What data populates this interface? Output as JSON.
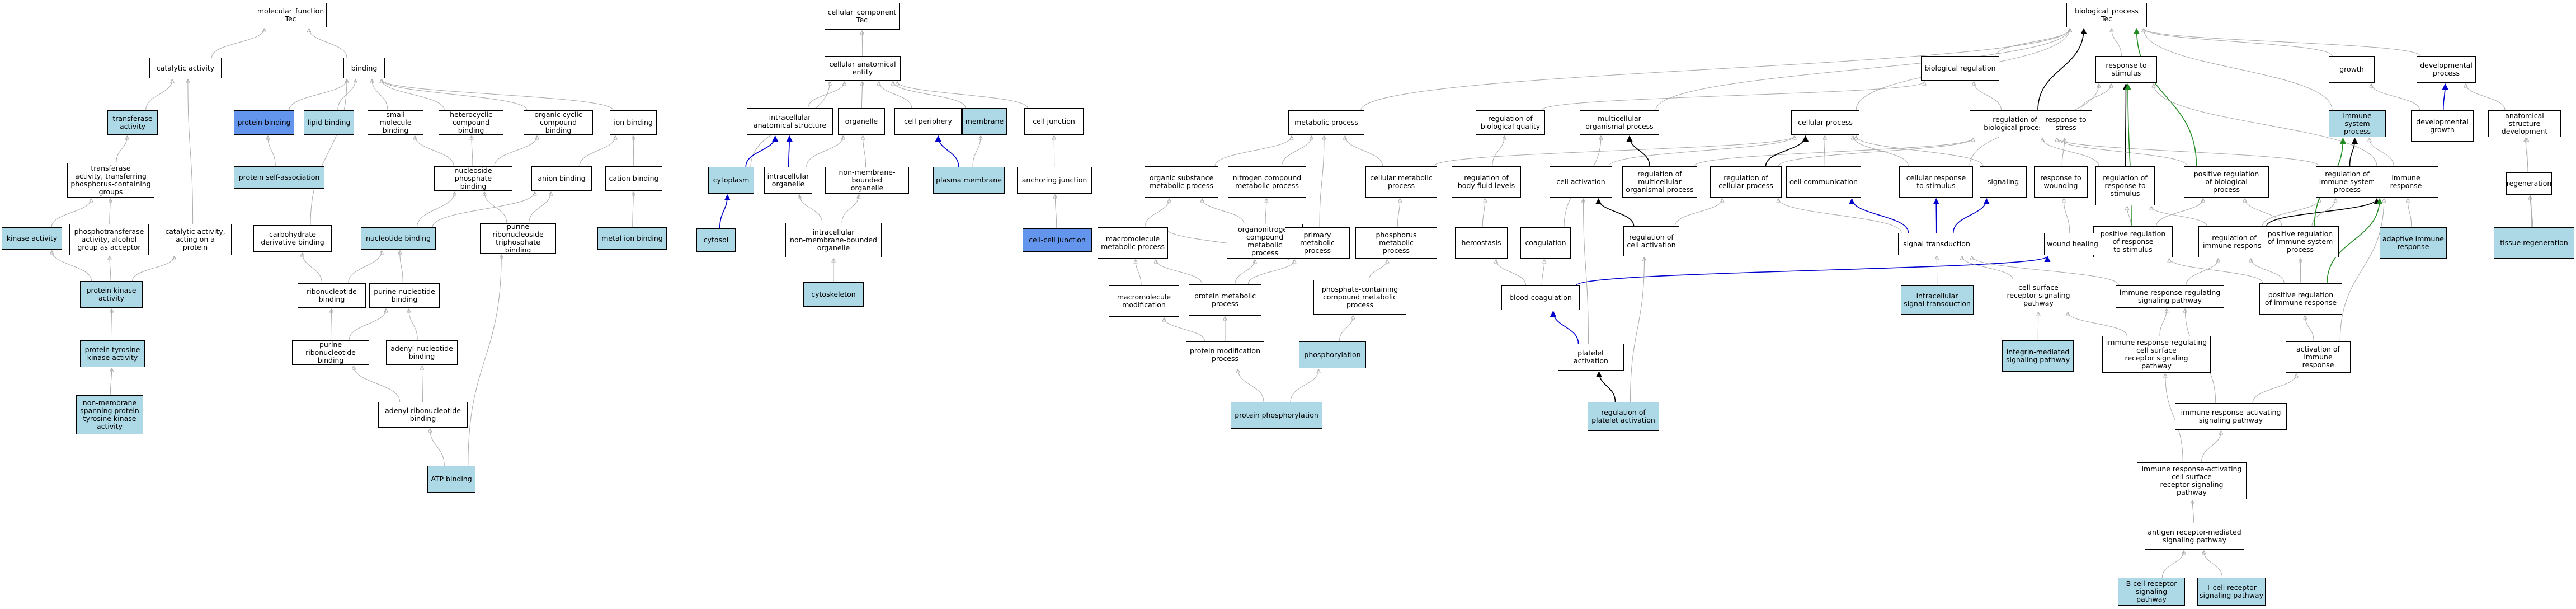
{
  "colors": {
    "default": "#ffffff",
    "highlight": "#add8e6",
    "strong": "#6495ed",
    "edge_isa": "#aaaaaa",
    "edge_part": "#0000cd",
    "edge_reg": "#000000",
    "edge_posreg": "#228b22"
  },
  "nodes": [
    {
      "id": "mf",
      "label": "molecular_function\nTec"
    },
    {
      "id": "cat",
      "label": "catalytic activity"
    },
    {
      "id": "binding",
      "label": "binding"
    },
    {
      "id": "transferase",
      "label": "transferase\nactivity",
      "style": "hl"
    },
    {
      "id": "protbind",
      "label": "protein binding",
      "style": "hl2"
    },
    {
      "id": "lipid",
      "label": "lipid binding",
      "style": "hl"
    },
    {
      "id": "smallmol",
      "label": "small molecule\nbinding"
    },
    {
      "id": "heterocyc",
      "label": "heterocyclic\ncompound binding"
    },
    {
      "id": "organiccyc",
      "label": "organic cyclic\ncompound binding"
    },
    {
      "id": "ionbind",
      "label": "ion binding"
    },
    {
      "id": "selfassoc",
      "label": "protein self-association",
      "style": "hl"
    },
    {
      "id": "transfphos",
      "label": "transferase\nactivity, transferring\nphosphorus-containing\ngroups"
    },
    {
      "id": "nucphos",
      "label": "nucleoside phosphate\nbinding"
    },
    {
      "id": "anion",
      "label": "anion binding"
    },
    {
      "id": "cation",
      "label": "cation binding"
    },
    {
      "id": "kinase",
      "label": "kinase activity",
      "style": "hl"
    },
    {
      "id": "phostransf",
      "label": "phosphotransferase\nactivity, alcohol\ngroup as acceptor"
    },
    {
      "id": "catprot",
      "label": "catalytic activity,\nacting on a\nprotein"
    },
    {
      "id": "carbo",
      "label": "carbohydrate\nderivative binding"
    },
    {
      "id": "nucleotide",
      "label": "nucleotide binding",
      "style": "hl"
    },
    {
      "id": "purinenuctri",
      "label": "purine ribonucleoside\ntriphosphate\nbinding"
    },
    {
      "id": "metal",
      "label": "metal ion binding",
      "style": "hl"
    },
    {
      "id": "protkin",
      "label": "protein kinase\nactivity",
      "style": "hl"
    },
    {
      "id": "ribonuc",
      "label": "ribonucleotide\nbinding"
    },
    {
      "id": "purinenuc",
      "label": "purine nucleotide\nbinding"
    },
    {
      "id": "ptk",
      "label": "protein tyrosine\nkinase activity",
      "style": "hl"
    },
    {
      "id": "purineribo",
      "label": "purine ribonucleotide\nbinding"
    },
    {
      "id": "adenylnuc",
      "label": "adenyl nucleotide\nbinding"
    },
    {
      "id": "nonmem",
      "label": "non-membrane\nspanning protein\ntyrosine kinase\nactivity",
      "style": "hl"
    },
    {
      "id": "adenylribo",
      "label": "adenyl ribonucleotide\nbinding"
    },
    {
      "id": "atp",
      "label": "ATP binding",
      "style": "hl"
    },
    {
      "id": "cc",
      "label": "cellular_component\nTec"
    },
    {
      "id": "cae",
      "label": "cellular anatomical\nentity"
    },
    {
      "id": "intraanat",
      "label": "intracellular\nanatomical structure"
    },
    {
      "id": "organelle",
      "label": "organelle"
    },
    {
      "id": "periph",
      "label": "cell periphery"
    },
    {
      "id": "membrane",
      "label": "membrane",
      "style": "hl"
    },
    {
      "id": "celljunc",
      "label": "cell junction"
    },
    {
      "id": "cytoplasm",
      "label": "cytoplasm",
      "style": "hl"
    },
    {
      "id": "intraorg",
      "label": "intracellular\norganelle"
    },
    {
      "id": "nmbo",
      "label": "non-membrane-bounded\norganelle"
    },
    {
      "id": "pm",
      "label": "plasma membrane",
      "style": "hl"
    },
    {
      "id": "anchor",
      "label": "anchoring junction"
    },
    {
      "id": "intranmbo",
      "label": "intracellular\nnon-membrane-bounded\norganelle"
    },
    {
      "id": "cytosol",
      "label": "cytosol",
      "style": "hl"
    },
    {
      "id": "ccj",
      "label": "cell-cell junction",
      "style": "hl2"
    },
    {
      "id": "cytoskel",
      "label": "cytoskeleton",
      "style": "hl"
    },
    {
      "id": "bp",
      "label": "biological_process\nTec"
    },
    {
      "id": "metab",
      "label": "metabolic process"
    },
    {
      "id": "regqual",
      "label": "regulation of\nbiological quality"
    },
    {
      "id": "multiorg",
      "label": "multicellular\norganismal process"
    },
    {
      "id": "cellproc",
      "label": "cellular process"
    },
    {
      "id": "bioreg",
      "label": "biological regulation"
    },
    {
      "id": "resp",
      "label": "response to\nstimulus"
    },
    {
      "id": "growth",
      "label": "growth"
    },
    {
      "id": "devproc",
      "label": "developmental\nprocess"
    },
    {
      "id": "orgsub",
      "label": "organic substance\nmetabolic process"
    },
    {
      "id": "nitro",
      "label": "nitrogen compound\nmetabolic process"
    },
    {
      "id": "cellmetab",
      "label": "cellular metabolic\nprocess"
    },
    {
      "id": "bodyfluid",
      "label": "regulation of\nbody fluid levels"
    },
    {
      "id": "cellact",
      "label": "cell activation"
    },
    {
      "id": "regmulti",
      "label": "regulation of\nmulticellular\norganismal process"
    },
    {
      "id": "regcellproc",
      "label": "regulation of\ncellular process"
    },
    {
      "id": "cellcomm",
      "label": "cell communication"
    },
    {
      "id": "cellresp",
      "label": "cellular response\nto stimulus"
    },
    {
      "id": "regbio",
      "label": "regulation of\nbiological process"
    },
    {
      "id": "signaling",
      "label": "signaling"
    },
    {
      "id": "stress",
      "label": "response to\nstress"
    },
    {
      "id": "regresp",
      "label": "regulation of\nresponse to\nstimulus"
    },
    {
      "id": "posregbio",
      "label": "positive regulation\nof biological\nprocess"
    },
    {
      "id": "isp",
      "label": "immune system\nprocess",
      "style": "hl"
    },
    {
      "id": "regisp",
      "label": "regulation of\nimmune system\nprocess"
    },
    {
      "id": "immresp",
      "label": "immune response"
    },
    {
      "id": "devgrowth",
      "label": "developmental\ngrowth"
    },
    {
      "id": "anat",
      "label": "anatomical structure\ndevelopment"
    },
    {
      "id": "regen",
      "label": "regeneration"
    },
    {
      "id": "macromol",
      "label": "macromolecule\nmetabolic process"
    },
    {
      "id": "orgnitro",
      "label": "organonitrogen\ncompound metabolic\nprocess"
    },
    {
      "id": "primary",
      "label": "primary metabolic\nprocess"
    },
    {
      "id": "phosmetab",
      "label": "phosphorus metabolic\nprocess"
    },
    {
      "id": "hemostasis",
      "label": "hemostasis"
    },
    {
      "id": "coag",
      "label": "coagulation"
    },
    {
      "id": "regcellact",
      "label": "regulation of\ncell activation"
    },
    {
      "id": "sigtrans",
      "label": "signal transduction"
    },
    {
      "id": "wound",
      "label": "response to\nwounding"
    },
    {
      "id": "posregresp",
      "label": "positive regulation\nof response\nto stimulus"
    },
    {
      "id": "regimmresp",
      "label": "regulation of\nimmune response"
    },
    {
      "id": "posregisp",
      "label": "positive regulation\nof immune system\nprocess"
    },
    {
      "id": "adaptive",
      "label": "adaptive immune\nresponse",
      "style": "hl"
    },
    {
      "id": "tissue",
      "label": "tissue regeneration",
      "style": "hl"
    },
    {
      "id": "macromod",
      "label": "macromolecule\nmodification"
    },
    {
      "id": "protmetab",
      "label": "protein metabolic\nprocess"
    },
    {
      "id": "phoscont",
      "label": "phosphate-containing\ncompound metabolic\nprocess"
    },
    {
      "id": "bloodcoag",
      "label": "blood coagulation"
    },
    {
      "id": "woundheal",
      "label": "wound healing"
    },
    {
      "id": "intrasig",
      "label": "intracellular\nsignal transduction",
      "style": "hl"
    },
    {
      "id": "cellsurf",
      "label": "cell surface\nreceptor signaling\npathway"
    },
    {
      "id": "irrsp",
      "label": "immune response-regulating\nsignaling pathway"
    },
    {
      "id": "posregimm",
      "label": "positive regulation\nof immune response"
    },
    {
      "id": "phosphorylation",
      "label": "phosphorylation",
      "style": "hl"
    },
    {
      "id": "protmod",
      "label": "protein modification\nprocess"
    },
    {
      "id": "platelet",
      "label": "platelet activation"
    },
    {
      "id": "integrin",
      "label": "integrin-mediated\nsignaling pathway",
      "style": "hl"
    },
    {
      "id": "irrcsr",
      "label": "immune response-regulating\ncell surface\nreceptor signaling\npathway"
    },
    {
      "id": "actimm",
      "label": "activation of\nimmune response"
    },
    {
      "id": "protphos",
      "label": "protein phosphorylation",
      "style": "hl"
    },
    {
      "id": "regplatelet",
      "label": "regulation of\nplatelet activation",
      "style": "hl"
    },
    {
      "id": "irasp",
      "label": "immune response-activating\nsignaling pathway"
    },
    {
      "id": "iracsr",
      "label": "immune response-activating\ncell surface\nreceptor signaling\npathway"
    },
    {
      "id": "antigen",
      "label": "antigen receptor-mediated\nsignaling pathway"
    },
    {
      "id": "bcell",
      "label": "B cell receptor\nsignaling pathway",
      "style": "hl"
    },
    {
      "id": "tcell",
      "label": "T cell receptor\nsignaling pathway",
      "style": "hl"
    }
  ],
  "edges": [
    [
      "cat",
      "mf",
      "isa"
    ],
    [
      "binding",
      "mf",
      "isa"
    ],
    [
      "transferase",
      "cat",
      "isa"
    ],
    [
      "protbind",
      "binding",
      "isa"
    ],
    [
      "lipid",
      "binding",
      "isa"
    ],
    [
      "smallmol",
      "binding",
      "isa"
    ],
    [
      "heterocyc",
      "binding",
      "isa"
    ],
    [
      "organiccyc",
      "binding",
      "isa"
    ],
    [
      "ionbind",
      "binding",
      "isa"
    ],
    [
      "carbo",
      "binding",
      "isa"
    ],
    [
      "selfassoc",
      "protbind",
      "isa"
    ],
    [
      "transfphos",
      "transferase",
      "isa"
    ],
    [
      "nucphos",
      "smallmol",
      "isa"
    ],
    [
      "nucphos",
      "heterocyc",
      "isa"
    ],
    [
      "nucphos",
      "organiccyc",
      "isa"
    ],
    [
      "anion",
      "ionbind",
      "isa"
    ],
    [
      "cation",
      "ionbind",
      "isa"
    ],
    [
      "metal",
      "cation",
      "isa"
    ],
    [
      "kinase",
      "transfphos",
      "isa"
    ],
    [
      "phostransf",
      "transfphos",
      "isa"
    ],
    [
      "catprot",
      "cat",
      "isa"
    ],
    [
      "nucleotide",
      "nucphos",
      "isa"
    ],
    [
      "nucleotide",
      "anion",
      "isa"
    ],
    [
      "purinenuctri",
      "nucphos",
      "isa"
    ],
    [
      "purinenuctri",
      "anion",
      "isa"
    ],
    [
      "protkin",
      "kinase",
      "isa"
    ],
    [
      "protkin",
      "phostransf",
      "isa"
    ],
    [
      "protkin",
      "catprot",
      "isa"
    ],
    [
      "ribonuc",
      "nucleotide",
      "isa"
    ],
    [
      "ribonuc",
      "carbo",
      "isa"
    ],
    [
      "purinenuc",
      "nucleotide",
      "isa"
    ],
    [
      "ptk",
      "protkin",
      "isa"
    ],
    [
      "purineribo",
      "ribonuc",
      "isa"
    ],
    [
      "purineribo",
      "purinenuc",
      "isa"
    ],
    [
      "adenylnuc",
      "purinenuc",
      "isa"
    ],
    [
      "nonmem",
      "ptk",
      "isa"
    ],
    [
      "adenylribo",
      "purineribo",
      "isa"
    ],
    [
      "adenylribo",
      "adenylnuc",
      "isa"
    ],
    [
      "atp",
      "adenylribo",
      "isa"
    ],
    [
      "atp",
      "purinenuctri",
      "isa"
    ],
    [
      "cae",
      "cc",
      "isa"
    ],
    [
      "intraanat",
      "cae",
      "isa"
    ],
    [
      "organelle",
      "cae",
      "isa"
    ],
    [
      "periph",
      "cae",
      "isa"
    ],
    [
      "membrane",
      "cae",
      "isa"
    ],
    [
      "celljunc",
      "cae",
      "isa"
    ],
    [
      "cytoplasm",
      "cae",
      "isa"
    ],
    [
      "cytoplasm",
      "intraanat",
      "part"
    ],
    [
      "intraorg",
      "intraanat",
      "part"
    ],
    [
      "intraorg",
      "organelle",
      "isa"
    ],
    [
      "nmbo",
      "organelle",
      "isa"
    ],
    [
      "pm",
      "membrane",
      "isa"
    ],
    [
      "pm",
      "periph",
      "part"
    ],
    [
      "anchor",
      "celljunc",
      "isa"
    ],
    [
      "intranmbo",
      "intraorg",
      "isa"
    ],
    [
      "intranmbo",
      "nmbo",
      "isa"
    ],
    [
      "cytosol",
      "cytoplasm",
      "part"
    ],
    [
      "ccj",
      "anchor",
      "isa"
    ],
    [
      "cytoskel",
      "intranmbo",
      "isa"
    ],
    [
      "metab",
      "bp",
      "isa"
    ],
    [
      "regqual",
      "bioreg",
      "isa"
    ],
    [
      "multiorg",
      "bp",
      "isa"
    ],
    [
      "cellproc",
      "bp",
      "isa"
    ],
    [
      "bioreg",
      "bp",
      "isa"
    ],
    [
      "resp",
      "bp",
      "isa"
    ],
    [
      "growth",
      "bp",
      "isa"
    ],
    [
      "devproc",
      "bp",
      "isa"
    ],
    [
      "isp",
      "bp",
      "isa"
    ],
    [
      "orgsub",
      "metab",
      "isa"
    ],
    [
      "nitro",
      "metab",
      "isa"
    ],
    [
      "cellmetab",
      "metab",
      "isa"
    ],
    [
      "cellmetab",
      "cellproc",
      "isa"
    ],
    [
      "bodyfluid",
      "regqual",
      "isa"
    ],
    [
      "cellact",
      "cellproc",
      "isa"
    ],
    [
      "regmulti",
      "regbio",
      "isa"
    ],
    [
      "regmulti",
      "multiorg",
      "reg"
    ],
    [
      "regcellproc",
      "regbio",
      "isa"
    ],
    [
      "regcellproc",
      "cellproc",
      "reg"
    ],
    [
      "cellcomm",
      "cellproc",
      "isa"
    ],
    [
      "cellresp",
      "cellproc",
      "isa"
    ],
    [
      "cellresp",
      "resp",
      "isa"
    ],
    [
      "regbio",
      "bioreg",
      "isa"
    ],
    [
      "regbio",
      "bp",
      "reg"
    ],
    [
      "signaling",
      "cellproc",
      "isa"
    ],
    [
      "stress",
      "resp",
      "isa"
    ],
    [
      "regresp",
      "regbio",
      "isa"
    ],
    [
      "regresp",
      "resp",
      "reg"
    ],
    [
      "posregbio",
      "regbio",
      "isa"
    ],
    [
      "posregbio",
      "bp",
      "posreg"
    ],
    [
      "regisp",
      "regbio",
      "isa"
    ],
    [
      "regisp",
      "isp",
      "reg"
    ],
    [
      "immresp",
      "isp",
      "isa"
    ],
    [
      "immresp",
      "resp",
      "isa"
    ],
    [
      "devgrowth",
      "growth",
      "isa"
    ],
    [
      "devgrowth",
      "devproc",
      "part"
    ],
    [
      "anat",
      "devproc",
      "isa"
    ],
    [
      "regen",
      "anat",
      "isa"
    ],
    [
      "macromol",
      "orgsub",
      "isa"
    ],
    [
      "macromol",
      "primary",
      "isa"
    ],
    [
      "orgnitro",
      "orgsub",
      "isa"
    ],
    [
      "orgnitro",
      "nitro",
      "isa"
    ],
    [
      "primary",
      "metab",
      "isa"
    ],
    [
      "phosmetab",
      "cellmetab",
      "isa"
    ],
    [
      "hemostasis",
      "bodyfluid",
      "isa"
    ],
    [
      "coag",
      "multiorg",
      "isa"
    ],
    [
      "regcellact",
      "regcellproc",
      "isa"
    ],
    [
      "regcellact",
      "cellact",
      "reg"
    ],
    [
      "sigtrans",
      "cellresp",
      "part"
    ],
    [
      "sigtrans",
      "signaling",
      "part"
    ],
    [
      "sigtrans",
      "cellcomm",
      "part"
    ],
    [
      "sigtrans",
      "regcellproc",
      "isa"
    ],
    [
      "wound",
      "stress",
      "isa"
    ],
    [
      "posregresp",
      "regresp",
      "isa"
    ],
    [
      "posregresp",
      "posregbio",
      "isa"
    ],
    [
      "posregresp",
      "resp",
      "posreg"
    ],
    [
      "regimmresp",
      "regresp",
      "isa"
    ],
    [
      "regimmresp",
      "regisp",
      "isa"
    ],
    [
      "regimmresp",
      "immresp",
      "reg"
    ],
    [
      "posregisp",
      "regisp",
      "isa"
    ],
    [
      "posregisp",
      "posregbio",
      "isa"
    ],
    [
      "posregisp",
      "isp",
      "posreg"
    ],
    [
      "adaptive",
      "immresp",
      "isa"
    ],
    [
      "tissue",
      "regen",
      "isa"
    ],
    [
      "tissue",
      "anat",
      "isa"
    ],
    [
      "macromod",
      "macromol",
      "isa"
    ],
    [
      "protmetab",
      "macromol",
      "isa"
    ],
    [
      "protmetab",
      "orgnitro",
      "isa"
    ],
    [
      "protmetab",
      "primary",
      "isa"
    ],
    [
      "phoscont",
      "phosmetab",
      "isa"
    ],
    [
      "bloodcoag",
      "hemostasis",
      "isa"
    ],
    [
      "bloodcoag",
      "coag",
      "isa"
    ],
    [
      "bloodcoag",
      "woundheal",
      "part"
    ],
    [
      "woundheal",
      "wound",
      "isa"
    ],
    [
      "intrasig",
      "sigtrans",
      "isa"
    ],
    [
      "cellsurf",
      "sigtrans",
      "isa"
    ],
    [
      "irrsp",
      "regimmresp",
      "isa"
    ],
    [
      "irrsp",
      "sigtrans",
      "isa"
    ],
    [
      "posregimm",
      "regimmresp",
      "isa"
    ],
    [
      "posregimm",
      "posregisp",
      "isa"
    ],
    [
      "posregimm",
      "immresp",
      "posreg"
    ],
    [
      "posregimm",
      "posregresp",
      "isa"
    ],
    [
      "phosphorylation",
      "phoscont",
      "isa"
    ],
    [
      "protmod",
      "macromod",
      "isa"
    ],
    [
      "protmod",
      "protmetab",
      "isa"
    ],
    [
      "platelet",
      "cellact",
      "isa"
    ],
    [
      "platelet",
      "bloodcoag",
      "part"
    ],
    [
      "integrin",
      "cellsurf",
      "isa"
    ],
    [
      "irrcsr",
      "cellsurf",
      "isa"
    ],
    [
      "irrcsr",
      "irrsp",
      "isa"
    ],
    [
      "actimm",
      "posregimm",
      "isa"
    ],
    [
      "actimm",
      "immresp",
      "isa"
    ],
    [
      "protphos",
      "phosphorylation",
      "isa"
    ],
    [
      "protphos",
      "protmod",
      "isa"
    ],
    [
      "regplatelet",
      "regcellact",
      "isa"
    ],
    [
      "regplatelet",
      "platelet",
      "reg"
    ],
    [
      "irasp",
      "irrsp",
      "isa"
    ],
    [
      "irasp",
      "actimm",
      "isa"
    ],
    [
      "iracsr",
      "irasp",
      "isa"
    ],
    [
      "iracsr",
      "irrcsr",
      "isa"
    ],
    [
      "antigen",
      "iracsr",
      "isa"
    ],
    [
      "bcell",
      "antigen",
      "isa"
    ],
    [
      "tcell",
      "antigen",
      "isa"
    ]
  ]
}
